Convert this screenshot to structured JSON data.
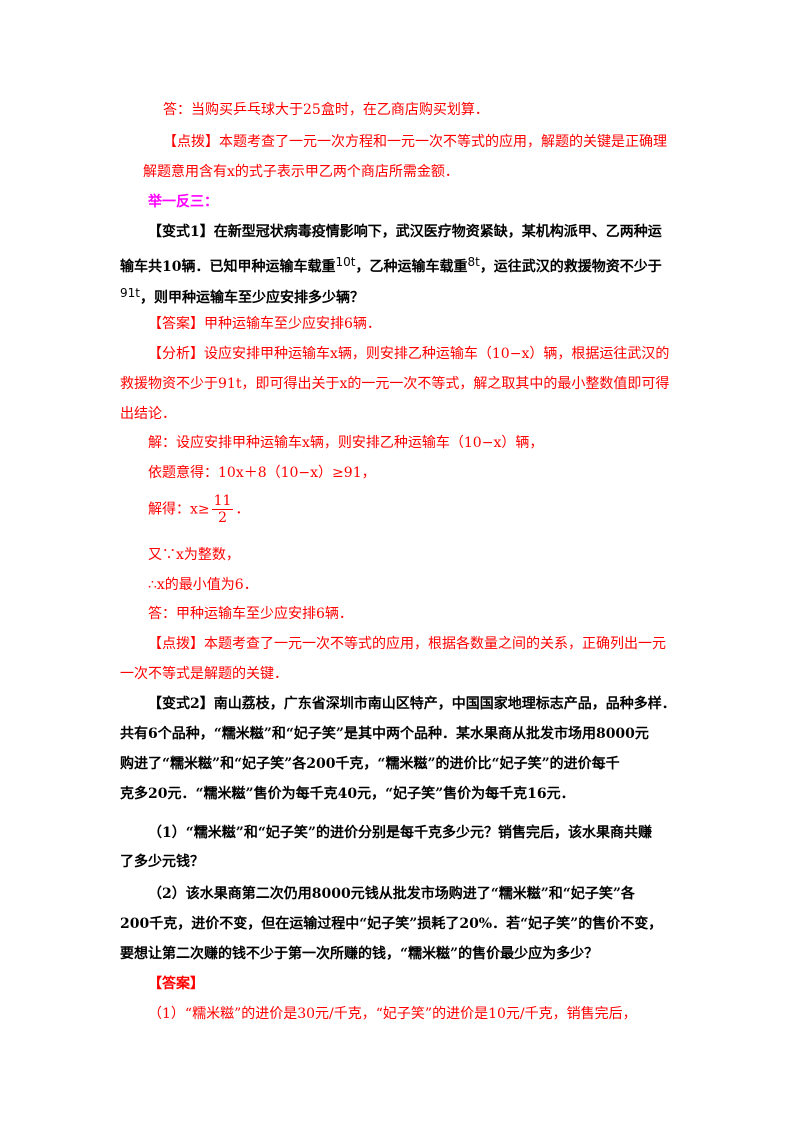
{
  "lines": {
    "l1": "答：当购买乒乓球大于25盒时，在乙商店购买划算．",
    "l2": "【点拨】本题考查了一元一次方程和一元一次不等式的应用，解题的关键是正确理",
    "l3": "解题意用含有x的式子表示甲乙两个商店所需金额．",
    "l4": "举一反三：",
    "l5a": "【变式1】在新型冠状病毒疫情影响下，武汉医疗物资紧缺，某机构派甲、乙两种运",
    "l6a": "输车共10辆．已知甲种运输车载重",
    "l6b": "10t",
    "l6c": "，乙种运输车载重",
    "l6d": "8t",
    "l6e": "，运往武汉的救援物资不少于",
    "l7a": "91t",
    "l7b": "，则甲种运输车至少应安排多少辆？",
    "l8": "【答案】甲种运输车至少应安排6辆．",
    "l9": "【分析】设应安排甲种运输车x辆，则安排乙种运输车（10−x）辆，根据运往武汉的",
    "l10": "救援物资不少于91t，即可得出关于x的一元一次不等式，解之取其中的最小整数值即可得",
    "l11": "出结论．",
    "l12": "解：设应安排甲种运输车x辆，则安排乙种运输车（10−x）辆，",
    "l13": "依题意得：10x＋8（10−x）≥91，",
    "l14a": "解得：x≥",
    "l14num": "11",
    "l14den": "2",
    "l14b": "．",
    "l15": "又∵x为整数，",
    "l16": "∴x的最小值为6．",
    "l17": "答：甲种运输车至少应安排6辆．",
    "l18": "【点拨】本题考查了一元一次不等式的应用，根据各数量之间的关系，正确列出一元",
    "l19": "一次不等式是解题的关键．",
    "l20": "【变式2】南山荔枝，广东省深圳市南山区特产，中国国家地理标志产品，品种多样．",
    "l21": "共有6个品种，“糯米糍”和“妃子笑”是其中两个品种．某水果商从批发市场用8000元",
    "l22": "购进了“糯米糍”和“妃子笑”各200千克，“糯米糍”的进价比“妃子笑”的进价每千",
    "l23": "克多20元．“糯米糍”售价为每千克40元，“妃子笑”售价为每千克16元．",
    "l24": "（1）“糯米糍”和“妃子笑”的进价分别是每千克多少元？销售完后，该水果商共赚",
    "l25": "了多少元钱？",
    "l26": "（2）该水果商第二次仍用8000元钱从批发市场购进了“糯米糍”和“妃子笑”各",
    "l27": "200千克，进价不变，但在运输过程中“妃子笑”损耗了20%．若“妃子笑”的售价不变，",
    "l28": "要想让第二次赚的钱不少于第一次所赚的钱，“糯米糍”的售价最少应为多少？",
    "l29": "【答案】",
    "l30": "（1）“糯米糍”的进价是30元/千克，“妃子笑”的进价是10元/千克，销售完后，"
  }
}
